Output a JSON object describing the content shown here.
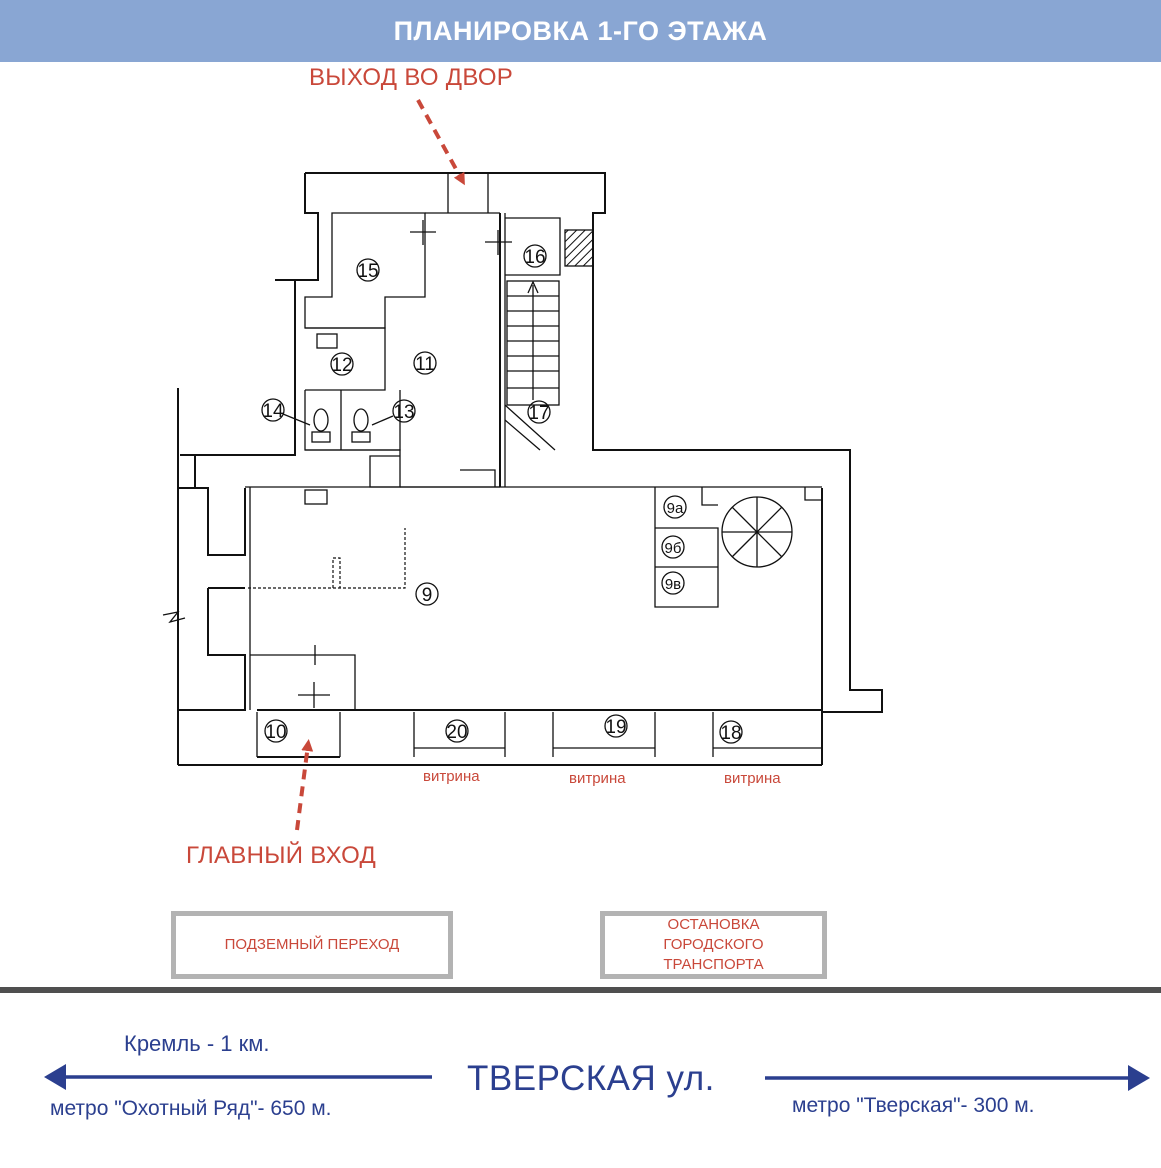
{
  "header": {
    "title": "ПЛАНИРОВКА 1-ГО ЭТАЖА"
  },
  "labels": {
    "courtyard_exit": "ВЫХОД ВО ДВОР",
    "main_entrance": "ГЛАВНЫЙ ВХОД",
    "underpass": "ПОДЗЕМНЫЙ ПЕРЕХОД",
    "bus_stop": "ОСТАНОВКА ГОРОДСКОГО ТРАНСПОРТА",
    "showcase": "витрина"
  },
  "rooms": [
    "15",
    "16",
    "12",
    "11",
    "14",
    "13",
    "17",
    "9а",
    "9б",
    "9в",
    "9",
    "10",
    "20",
    "19",
    "18"
  ],
  "street": {
    "name": "ТВЕРСКАЯ ул.",
    "left_top": "Кремль  - 1 км.",
    "left_bottom": "метро \"Охотный Ряд\"- 650 м.",
    "right": "метро \"Тверская\"- 300 м."
  },
  "colors": {
    "header_bg": "#89a6d3",
    "accent_red": "#c9483a",
    "street_blue": "#2b3f8f",
    "box_border": "#b3b3b3"
  }
}
